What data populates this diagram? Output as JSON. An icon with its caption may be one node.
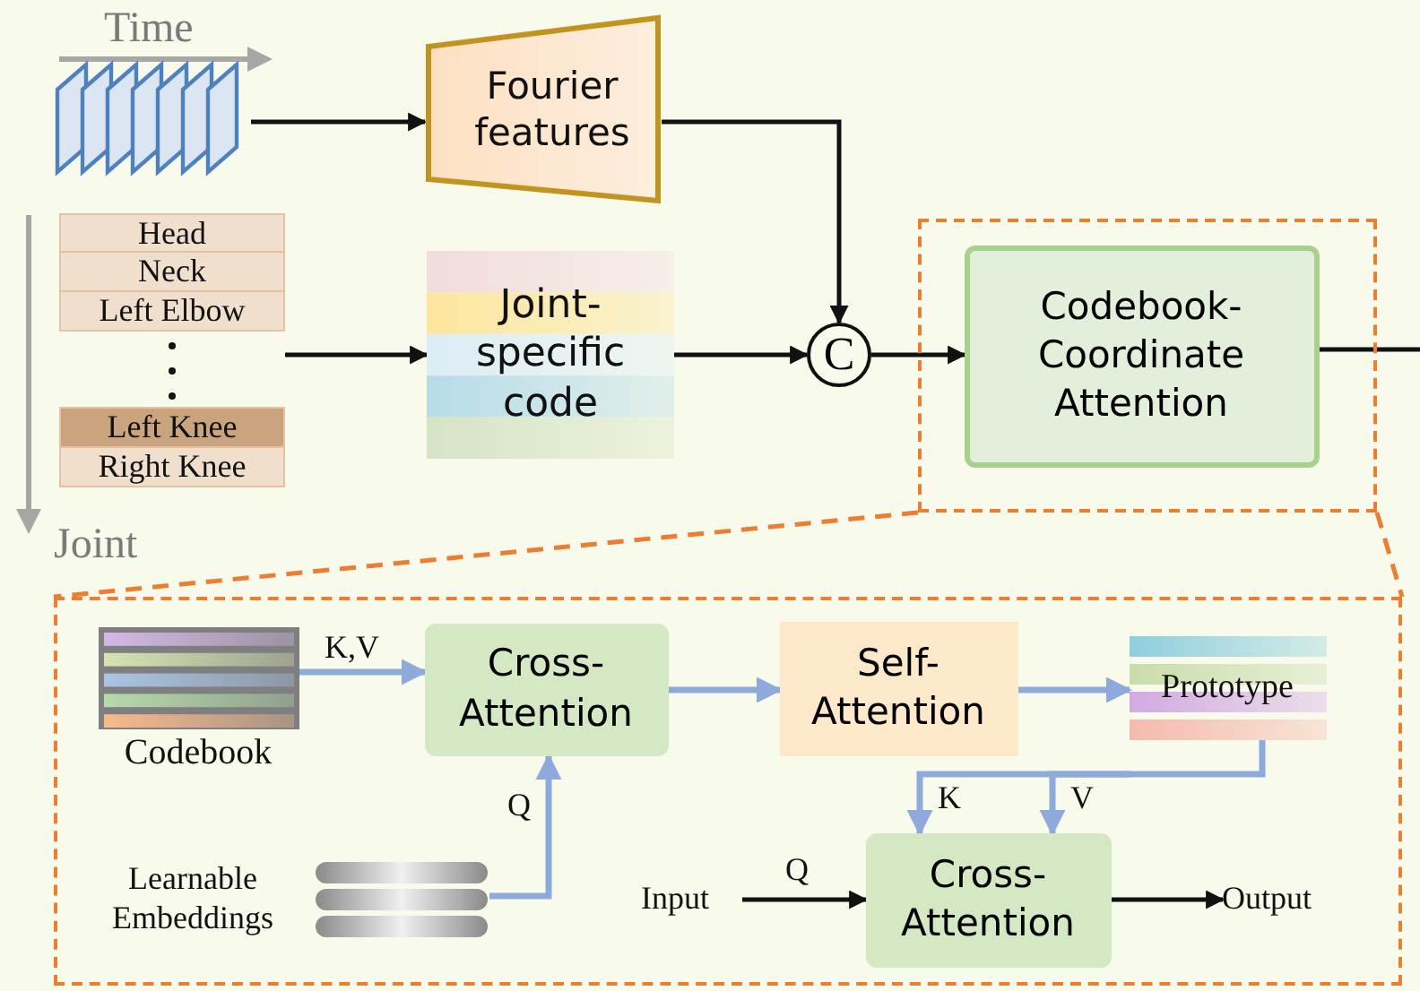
{
  "diagram": {
    "nodes": [
      {
        "text": [],
        "shape": "picture"
      },
      {
        "text": [
          "Fourier features"
        ]
      },
      {
        "text": [
          "Head",
          "Neck",
          "Left Elbow",
          "Left Knee",
          "Right Knee"
        ]
      },
      {
        "text": [
          "Joint- specific code"
        ]
      },
      {
        "text": [
          "C"
        ]
      },
      {
        "text": [],
        "shape": "box"
      },
      {
        "text": [
          "Codebook- Coordinate Attention"
        ],
        "in": 5
      },
      {
        "text": [],
        "shape": "box"
      },
      {
        "text": [
          "Codebook"
        ],
        "in": 7
      },
      {
        "text": [
          "Cross- Attention"
        ],
        "in": 7
      },
      {
        "text": [
          "Self- Attention"
        ],
        "in": 7
      },
      {
        "text": [
          "Prototype"
        ],
        "in": 7
      },
      {
        "text": [
          "Learnable Embeddings"
        ],
        "in": 7
      },
      {
        "text": [
          "Input"
        ],
        "in": 7
      },
      {
        "text": [
          "Cross- Attention"
        ],
        "in": 7
      },
      {
        "text": [
          "Output"
        ],
        "in": 7
      }
    ],
    "edges": [
      {
        "from": 0,
        "to": 1,
        "arrow": "to"
      },
      {
        "from": 1,
        "to": 4,
        "arrow": "to"
      },
      {
        "from": 2,
        "to": 3,
        "arrow": "to"
      },
      {
        "from": 3,
        "to": 4,
        "arrow": "to"
      },
      {
        "from": 4,
        "to": 6,
        "arrow": "to"
      },
      {
        "from": 6,
        "to": null,
        "arrow": "none"
      },
      {
        "from": 5,
        "to": 7,
        "arrow": "none",
        "style": "dashed",
        "color": "#ed7d31"
      },
      {
        "from": 5,
        "to": 7,
        "arrow": "none",
        "style": "dashed",
        "color": "#ed7d31"
      },
      {
        "from": 8,
        "to": 9,
        "arrow": "to",
        "label": "K,V",
        "color": "#8eaadb"
      },
      {
        "from": 12,
        "to": 9,
        "arrow": "to",
        "label": "Q",
        "color": "#8eaadb"
      },
      {
        "from": 9,
        "to": 10,
        "arrow": "to",
        "color": "#8eaadb"
      },
      {
        "from": 10,
        "to": 11,
        "arrow": "to",
        "color": "#8eaadb"
      },
      {
        "from": 11,
        "to": 14,
        "arrow": "to",
        "label": "K",
        "color": "#8eaadb"
      },
      {
        "from": 11,
        "to": 14,
        "arrow": "to",
        "label": "V",
        "color": "#8eaadb"
      },
      {
        "from": 13,
        "to": 14,
        "arrow": "to",
        "label": "Q"
      },
      {
        "from": 14,
        "to": 15,
        "arrow": "to"
      }
    ],
    "labels": [
      "Time",
      "Joint"
    ]
  }
}
